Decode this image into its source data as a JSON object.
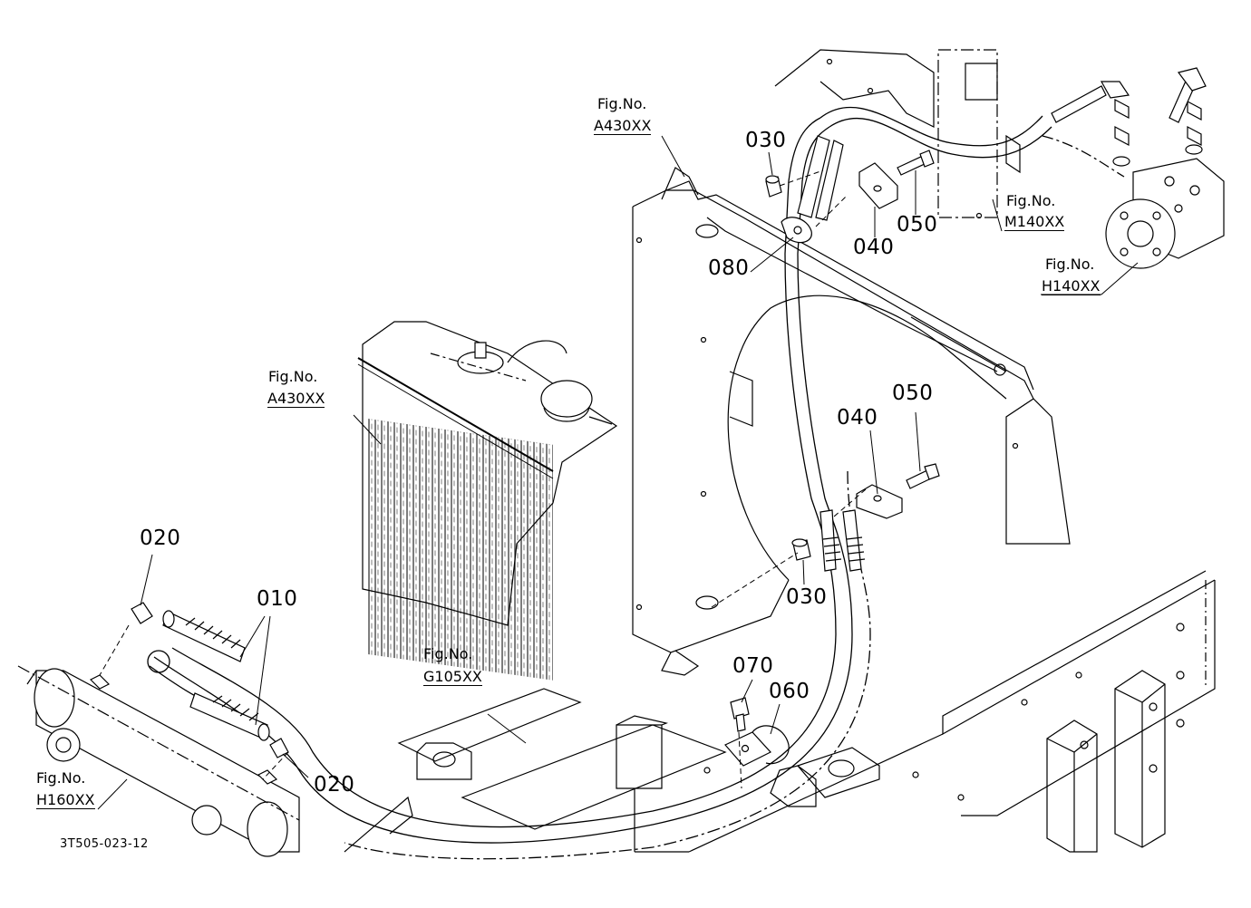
{
  "diagram": {
    "drawing_code": "3T505-023-12",
    "figure_caption": "Fig.No.",
    "figure_refs": [
      {
        "ref": "A430XX"
      },
      {
        "ref": "A430XX"
      },
      {
        "ref": "M140XX"
      },
      {
        "ref": "H140XX"
      },
      {
        "ref": "G105XX"
      },
      {
        "ref": "H160XX"
      }
    ],
    "part_numbers": {
      "p010": "010",
      "p020a": "020",
      "p020b": "020",
      "p030a": "030",
      "p030b": "030",
      "p040a": "040",
      "p040b": "040",
      "p050a": "050",
      "p050b": "050",
      "p060": "060",
      "p070": "070",
      "p080": "080"
    }
  }
}
